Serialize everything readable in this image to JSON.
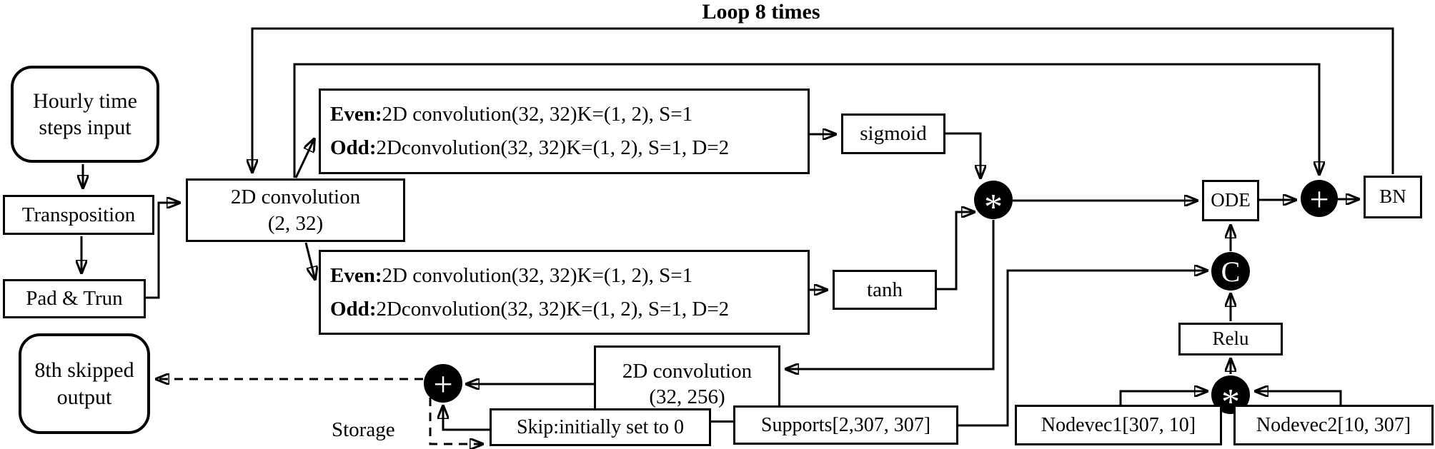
{
  "colors": {
    "ink": "#000000",
    "paper": "#ffffff"
  },
  "title": "Loop 8 times",
  "labels": {
    "storage": "Storage"
  },
  "operators": {
    "multiply": "*",
    "add": "+",
    "concat": "C"
  },
  "nodes": {
    "hourly_input": {
      "line1": "Hourly time",
      "line2": "steps input"
    },
    "transposition": {
      "label": "Transposition"
    },
    "pad_trun": {
      "label": "Pad & Trun"
    },
    "conv_2_32": {
      "line1": "2D convolution",
      "line2": "(2, 32)"
    },
    "even_odd_conv": {
      "even_bold": "Even:",
      "even_rest": "2D convolution(32, 32)K=(1, 2), S=1",
      "odd_bold": "Odd:",
      "odd_rest": "2Dconvolution(32, 32)K=(1, 2), S=1, D=2"
    },
    "sigmoid": {
      "label": "sigmoid"
    },
    "tanh": {
      "label": "tanh"
    },
    "ode": {
      "label": "ODE"
    },
    "bn": {
      "label": "BN"
    },
    "relu": {
      "label": "Relu"
    },
    "conv_32_256": {
      "line1": "2D convolution",
      "line2": "(32, 256)"
    },
    "skip": {
      "label": "Skip:initially set to 0"
    },
    "supports": {
      "label": "Supports[2,307, 307]"
    },
    "nodevec1": {
      "label": "Nodevec1[307, 10]"
    },
    "nodevec2": {
      "label": "Nodevec2[10, 307]"
    },
    "skipped_output": {
      "line1": "8th skipped",
      "line2": "output"
    }
  }
}
